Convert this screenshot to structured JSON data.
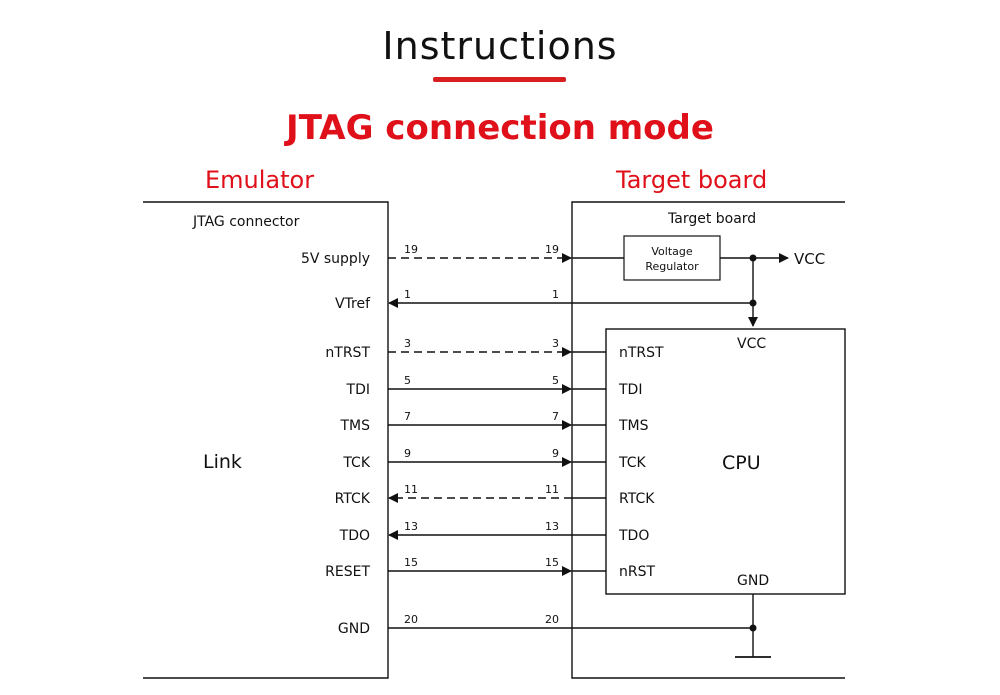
{
  "title": "Instructions",
  "subtitle": "JTAG connection mode",
  "emulator": {
    "section_label": "Emulator",
    "connector_label": "JTAG connector",
    "link_label": "Link"
  },
  "target": {
    "section_label": "Target board",
    "board_label": "Target board",
    "regulator_line1": "Voltage",
    "regulator_line2": "Regulator",
    "vcc_out_label": "VCC",
    "cpu_label": "CPU",
    "cpu_vcc_label": "VCC",
    "cpu_gnd_label": "GND"
  },
  "signals": [
    {
      "name": "5V supply",
      "pin": "19",
      "cpu_pin": "",
      "dir": "to_target",
      "style": "dashed",
      "dest": "regulator"
    },
    {
      "name": "VTref",
      "pin": "1",
      "cpu_pin": "",
      "dir": "to_emulator",
      "style": "solid",
      "dest": "vcc_rail"
    },
    {
      "name": "nTRST",
      "pin": "3",
      "cpu_pin": "nTRST",
      "dir": "to_target",
      "style": "dashed",
      "dest": "cpu"
    },
    {
      "name": "TDI",
      "pin": "5",
      "cpu_pin": "TDI",
      "dir": "to_target",
      "style": "solid",
      "dest": "cpu"
    },
    {
      "name": "TMS",
      "pin": "7",
      "cpu_pin": "TMS",
      "dir": "to_target",
      "style": "solid",
      "dest": "cpu"
    },
    {
      "name": "TCK",
      "pin": "9",
      "cpu_pin": "TCK",
      "dir": "to_target",
      "style": "solid",
      "dest": "cpu"
    },
    {
      "name": "RTCK",
      "pin": "11",
      "cpu_pin": "RTCK",
      "dir": "to_emulator",
      "style": "dashed",
      "dest": "cpu"
    },
    {
      "name": "TDO",
      "pin": "13",
      "cpu_pin": "TDO",
      "dir": "to_emulator",
      "style": "solid",
      "dest": "cpu"
    },
    {
      "name": "RESET",
      "pin": "15",
      "cpu_pin": "nRST",
      "dir": "to_target",
      "style": "solid",
      "dest": "cpu"
    },
    {
      "name": "GND",
      "pin": "20",
      "cpu_pin": "",
      "dir": "none",
      "style": "solid",
      "dest": "gnd_rail"
    }
  ]
}
